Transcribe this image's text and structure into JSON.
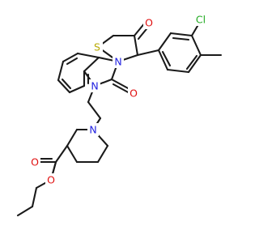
{
  "molecule": {
    "atoms": [
      {
        "id": "S1",
        "label": "S",
        "color": "#b8a900"
      },
      {
        "id": "N1",
        "label": "N",
        "color": "#1f1fe0"
      },
      {
        "id": "N2",
        "label": "N",
        "color": "#1f1fe0"
      },
      {
        "id": "N3",
        "label": "N",
        "color": "#1f1fe0"
      },
      {
        "id": "O1",
        "label": "O",
        "color": "#e01010"
      },
      {
        "id": "O2",
        "label": "O",
        "color": "#e01010"
      },
      {
        "id": "O3",
        "label": "O",
        "color": "#e01010"
      },
      {
        "id": "O4",
        "label": "O",
        "color": "#e01010"
      },
      {
        "id": "Cl",
        "label": "Cl",
        "color": "#22aa22"
      }
    ]
  }
}
